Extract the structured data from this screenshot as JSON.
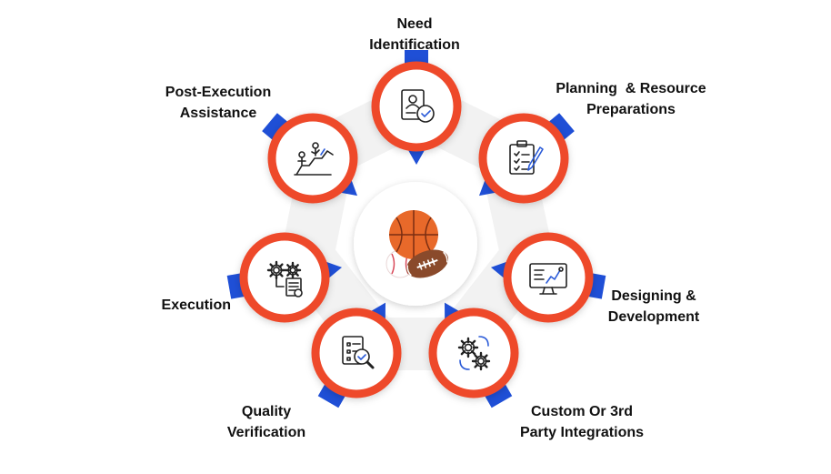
{
  "colors": {
    "accent": "#ee4a2c",
    "arrow": "#1f4fd6",
    "ring": "#f2f2f2",
    "icon_stroke": "#222222",
    "icon_check": "#2b5bd8",
    "ball_orange": "#e8692a",
    "ball_brown": "#8a4a2b"
  },
  "center": {
    "icon": "sports-balls-icon"
  },
  "steps": [
    {
      "icon": "user-id-check-icon",
      "lines": [
        "Need",
        "Identification"
      ]
    },
    {
      "icon": "clipboard-pencil-icon",
      "lines": [
        "Planning  & Resource",
        "Preparations"
      ]
    },
    {
      "icon": "monitor-design-icon",
      "lines": [
        "Designing &",
        "Development"
      ]
    },
    {
      "icon": "gears-connection-icon",
      "lines": [
        "Custom Or 3rd",
        "Party Integrations"
      ]
    },
    {
      "icon": "document-search-icon",
      "lines": [
        "Quality",
        "Verification"
      ]
    },
    {
      "icon": "gears-document-icon",
      "lines": [
        "Execution"
      ]
    },
    {
      "icon": "team-climb-icon",
      "lines": [
        "Post-Execution",
        "Assistance"
      ]
    }
  ]
}
